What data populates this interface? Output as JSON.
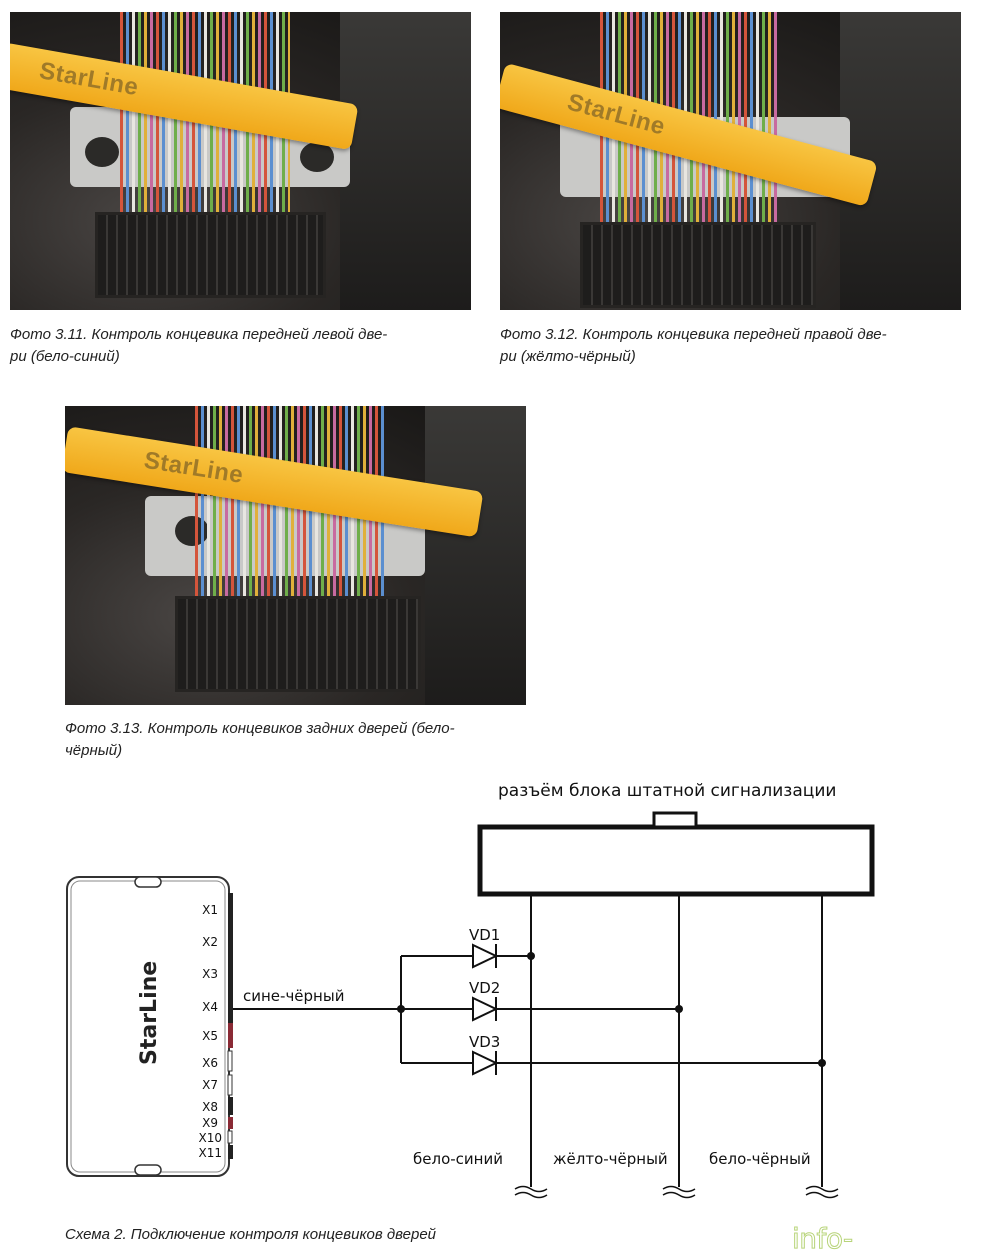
{
  "photos": [
    {
      "brand": "StarLine",
      "caption_line1": "Фото 3.11. Контроль концевика передней левой две-",
      "caption_line2": "ри (бело-синий)"
    },
    {
      "brand": "StarLine",
      "caption_line1": "Фото 3.12. Контроль концевика передней правой две-",
      "caption_line2": "ри (жёлто-чёрный)"
    },
    {
      "brand": "StarLine",
      "caption_line1": "Фото 3.13. Контроль концевиков задних дверей (бело-",
      "caption_line2": "чёрный)"
    }
  ],
  "diagram": {
    "connector_title": "разъём блока штатной сигнализации",
    "module_brand": "StarLine",
    "module_pins": [
      "X1",
      "X2",
      "X3",
      "X4",
      "X5",
      "X6",
      "X7",
      "X8",
      "X9",
      "X10",
      "X11"
    ],
    "wire_label": "сине-чёрный",
    "diodes": [
      "VD1",
      "VD2",
      "VD3"
    ],
    "outputs": [
      "бело-синий",
      "жёлто-чёрный",
      "бело-чёрный"
    ],
    "caption": "Схема 2. Подключение контроля концевиков дверей"
  },
  "watermark": "info-myauto.ru"
}
